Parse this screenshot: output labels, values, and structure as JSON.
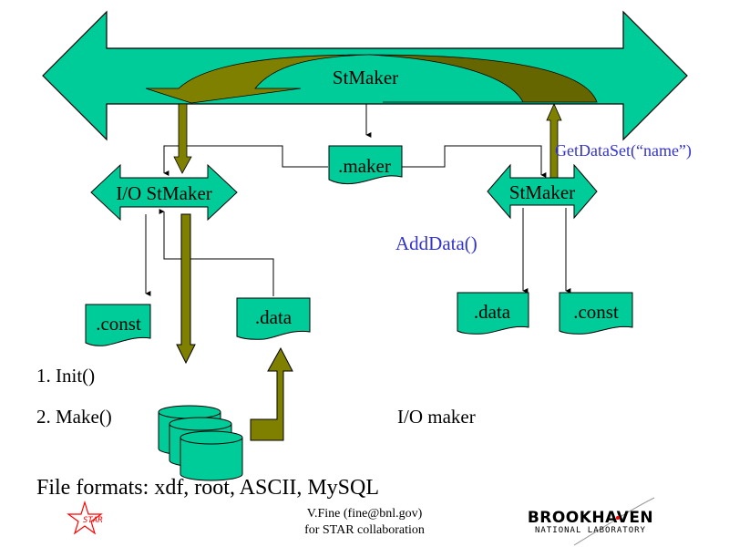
{
  "colors": {
    "teal": "#00cc99",
    "olive": "#808000",
    "olive_dark": "#666600",
    "blue_text": "#3333cc",
    "star_red": "#ff0000"
  },
  "main_bus": {
    "label": "StMaker"
  },
  "io_maker": {
    "label": "I/O StMaker"
  },
  "right_maker": {
    "label": "StMaker"
  },
  "documents": {
    "maker": ".maker",
    "io_const": ".const",
    "io_data": ".data",
    "right_data": ".data",
    "right_const": ".const"
  },
  "annotations": {
    "get_dataset": "GetDataSet(“name”)",
    "add_data": "AddData()",
    "io_maker_caption": "I/O maker"
  },
  "steps": [
    "1. Init()",
    "2. Make()"
  ],
  "file_formats": "File formats: xdf, root, ASCII, MySQL",
  "footer": {
    "author": "V.Fine (fine@bnl.gov)",
    "collab": "for STAR collaboration",
    "star_logo_text": "STAR",
    "bnl_logo_line1": "BROOKHAVEN",
    "bnl_logo_line2": "NATIONAL LABORATORY"
  }
}
